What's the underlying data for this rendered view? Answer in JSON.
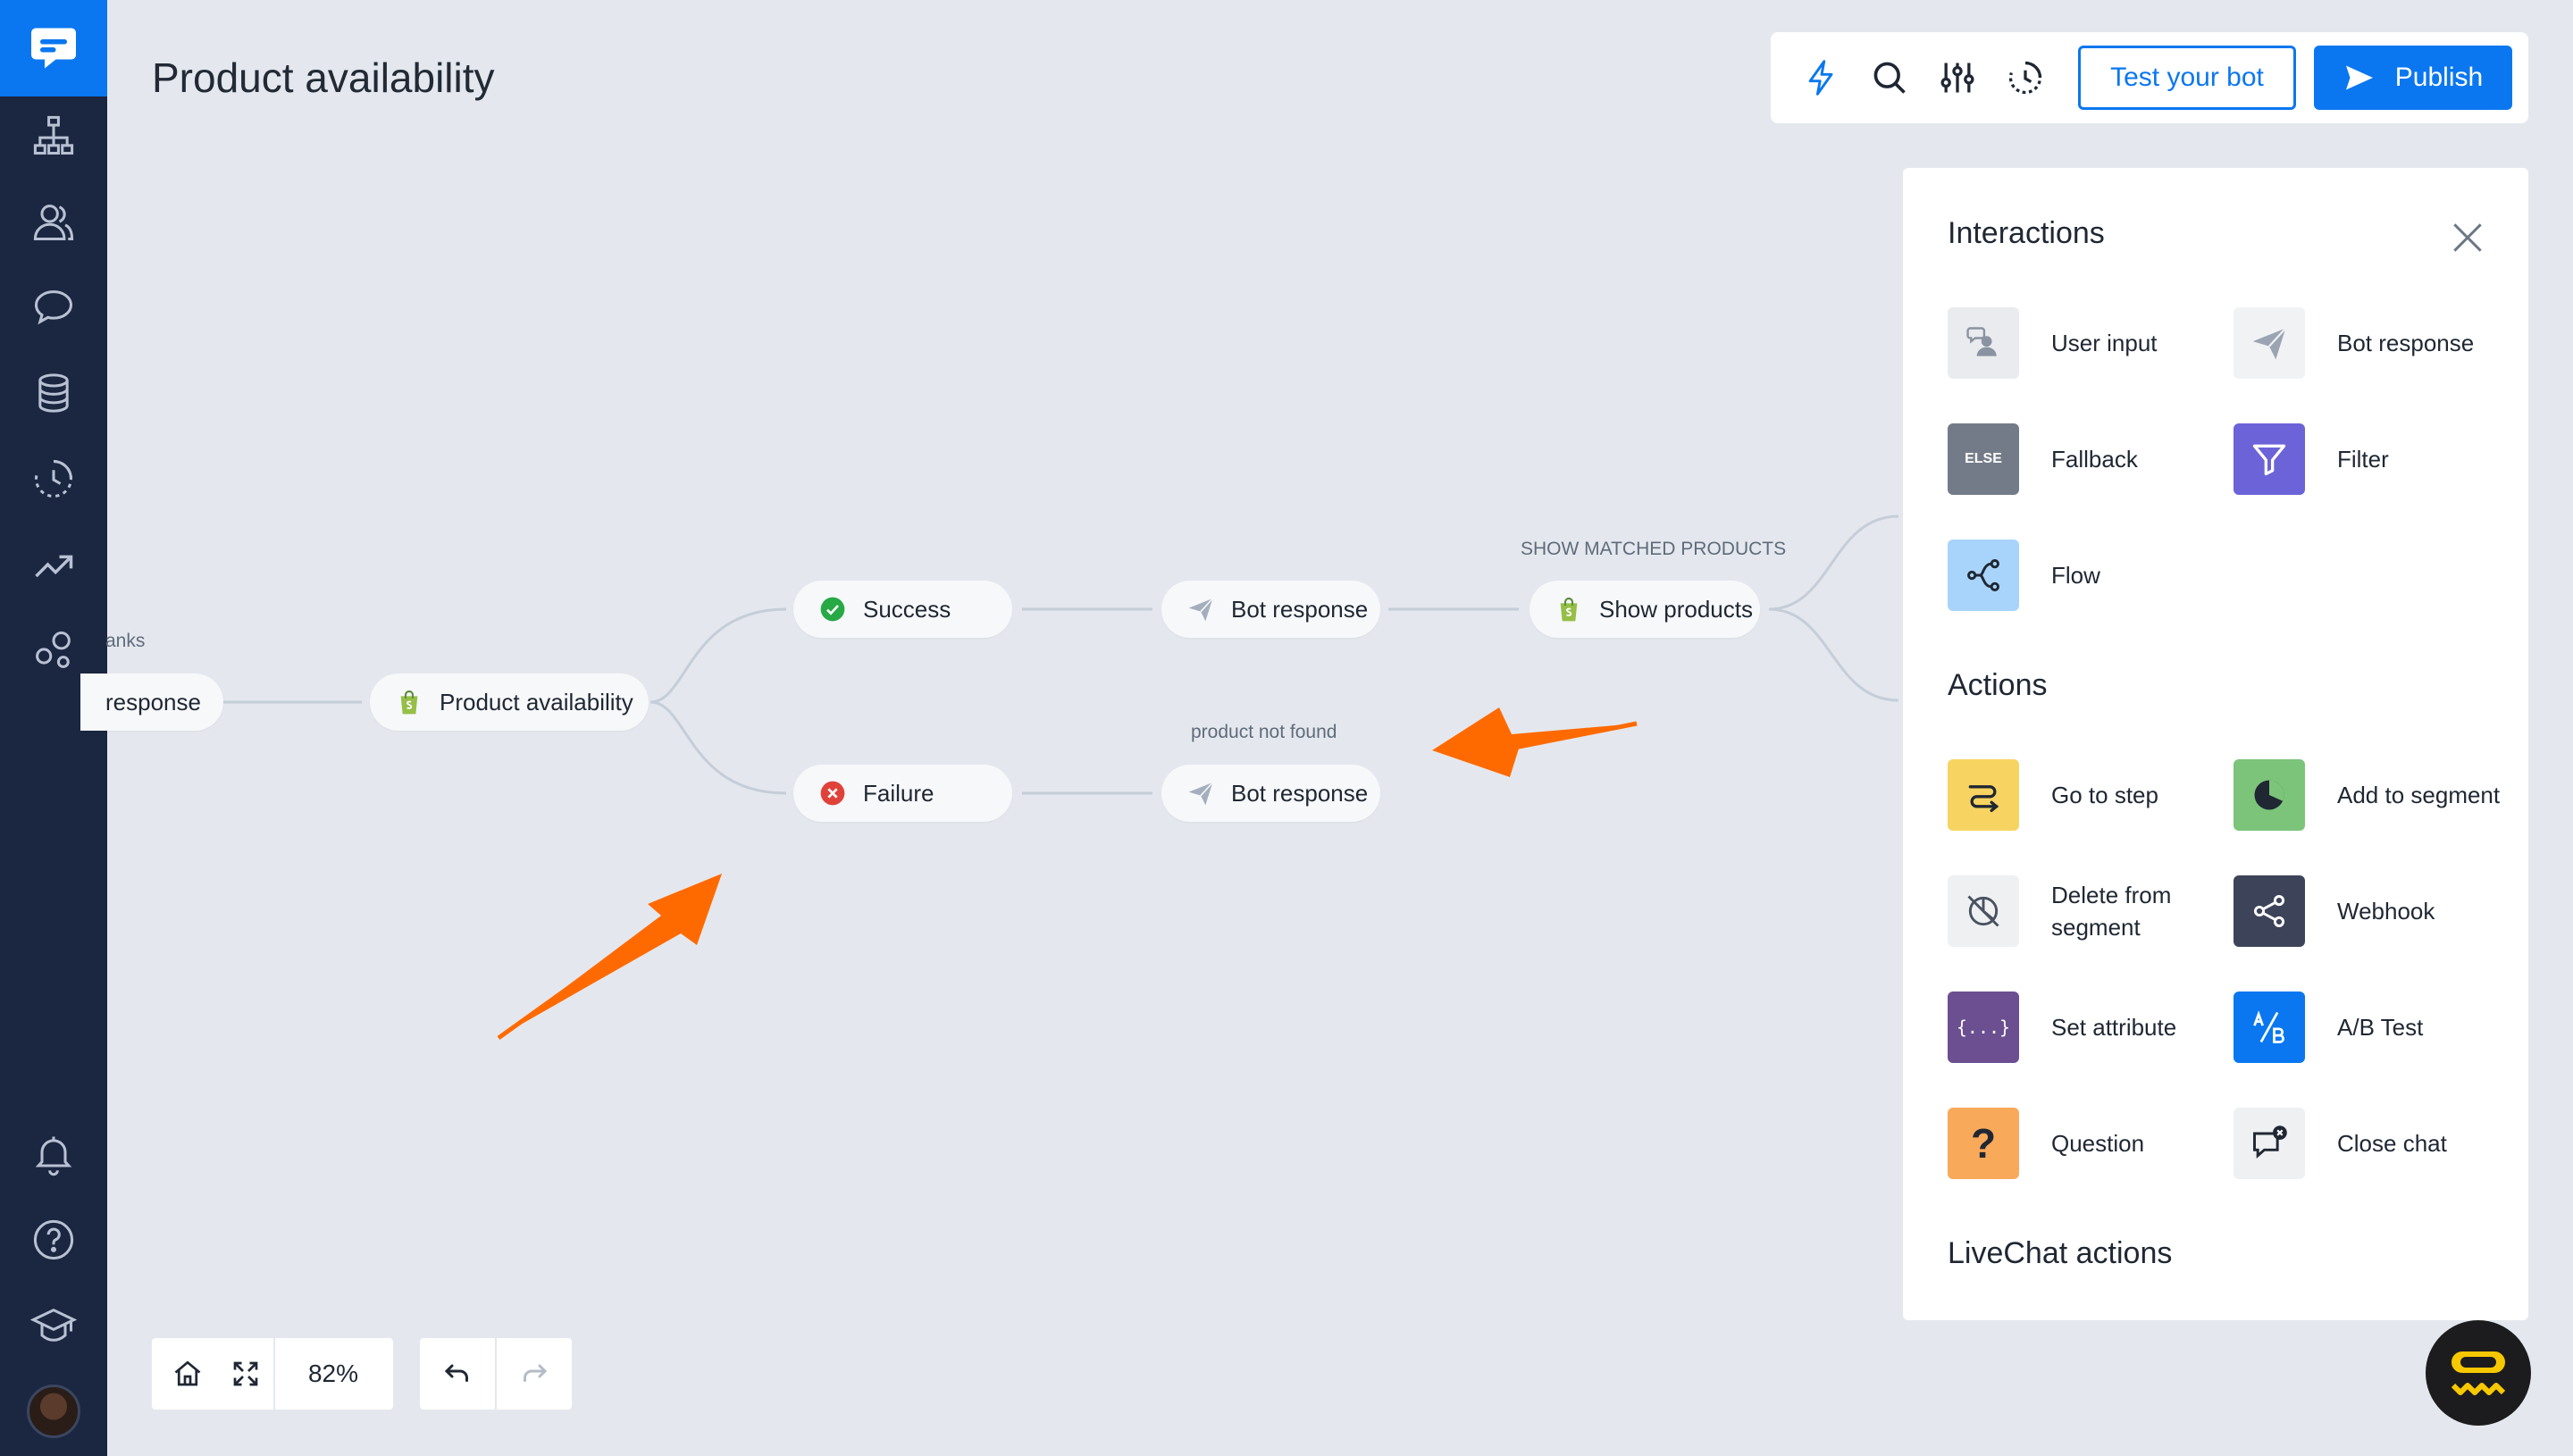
{
  "page": {
    "title": "Product availability"
  },
  "toolbar": {
    "test_label": "Test your bot",
    "publish_label": "Publish"
  },
  "canvas": {
    "left_node": {
      "top_label": "anks",
      "label": "response"
    },
    "product_node": {
      "label": "Product availability"
    },
    "success_node": {
      "label": "Success"
    },
    "failure_node": {
      "label": "Failure"
    },
    "bot_response_top": {
      "label": "Bot response"
    },
    "bot_response_bottom": {
      "top_label": "product not found",
      "label": "Bot response"
    },
    "show_products": {
      "top_label": "SHOW MATCHED PRODUCTS",
      "label": "Show products"
    }
  },
  "panel": {
    "interactions_title": "Interactions",
    "interactions": [
      {
        "label": "User input",
        "icon": "user-input-icon",
        "color": "#e9ebee"
      },
      {
        "label": "Bot response",
        "icon": "paper-plane-icon",
        "color": "#f1f2f4"
      },
      {
        "label": "Fallback",
        "icon": "else-icon",
        "color": "#747b88",
        "tile_text": "ELSE"
      },
      {
        "label": "Filter",
        "icon": "filter-icon",
        "color": "#6c63d8"
      },
      {
        "label": "Flow",
        "icon": "flow-icon",
        "color": "#a8d4fb"
      }
    ],
    "actions_title": "Actions",
    "actions": [
      {
        "label": "Go to step",
        "icon": "go-to-step-icon",
        "color": "#f7d461"
      },
      {
        "label": "Add to segment",
        "icon": "pie-chart-icon",
        "color": "#7cc47a"
      },
      {
        "label": "Delete from segment",
        "icon": "delete-segment-icon",
        "color": "#eef0f2"
      },
      {
        "label": "Webhook",
        "icon": "share-icon",
        "color": "#3d4459"
      },
      {
        "label": "Set attribute",
        "icon": "braces-icon",
        "color": "#6b4f91",
        "tile_text": "{...}"
      },
      {
        "label": "A/B Test",
        "icon": "ab-test-icon",
        "color": "#0a77f0"
      },
      {
        "label": "Question",
        "icon": "question-icon",
        "color": "#f9a95a",
        "tile_text": "?"
      },
      {
        "label": "Close chat",
        "icon": "close-chat-icon",
        "color": "#eef0f2"
      }
    ],
    "livechat_title": "LiveChat actions"
  },
  "zoom": {
    "level": "82%"
  },
  "colors": {
    "accent": "#0a77f0",
    "sidebar": "#1b2640",
    "arrow": "#ff6a00"
  }
}
